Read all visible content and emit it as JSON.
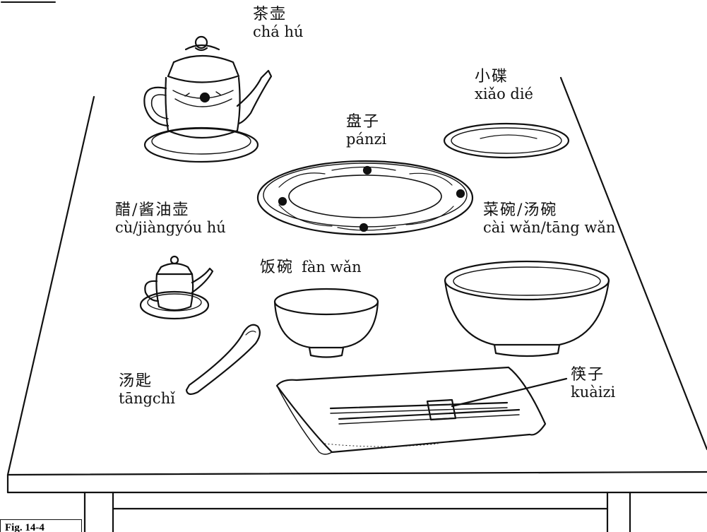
{
  "labels": {
    "teapot": {
      "zh": "茶壶",
      "py": "chá hú"
    },
    "small_dish": {
      "zh": "小碟",
      "py": "xiǎo dié"
    },
    "plate": {
      "zh": "盘子",
      "py": "pánzi"
    },
    "vinegar_pot": {
      "zh": "醋/酱油壶",
      "py": "cù/jiàngyóu hú"
    },
    "serving_bowl": {
      "zh": "菜碗/汤碗",
      "py": "cài wǎn/tāng wǎn"
    },
    "rice_bowl": {
      "zh": "饭碗",
      "py": "fàn wǎn"
    },
    "spoon": {
      "zh": "汤匙",
      "py": "tāngchǐ"
    },
    "chopsticks": {
      "zh": "筷子",
      "py": "kuàizi"
    }
  },
  "figure_label": "Fig. 14-4",
  "colors": {
    "ink": "#111111",
    "paper": "#ffffff"
  }
}
